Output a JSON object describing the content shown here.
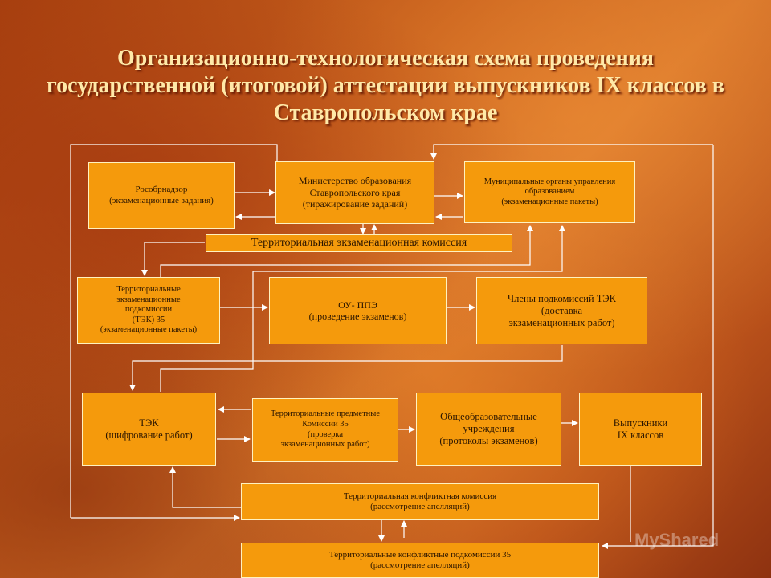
{
  "title": "Организационно-технологическая схема проведения государственной (итоговой) аттестации выпускников IX классов в Ставропольском крае",
  "nodes": {
    "rosobrnadzor": "Рособрнадзор\n(экзаменационные задания)",
    "ministry": "Министерство образования\nСтавропольского края\n(тиражирование заданий)",
    "municipal": "Муниципальные органы управления\nобразованием\n(экзаменационные пакеты)",
    "tek": "Территориальная экзаменационная комиссия",
    "subcommissions": "Территориальные\nэкзаменационные\nподкомиссии\n(ТЭК) 35\n(экзаменационные пакеты)",
    "ou_ppe": "ОУ- ППЭ\n(проведение экзаменов)",
    "members": "Члены подкомиссий ТЭК\n(доставка\nэкзаменационных работ)",
    "tek_encrypt": "ТЭК\n(шифрование работ)",
    "subject_commissions": "Территориальные предметные\nКомиссии  35\n(проверка\nэкзаменационных работ)",
    "schools": "Общеобразовательные\nучреждения\n(протоколы экзаменов)",
    "graduates": "Выпускники\nIX классов",
    "conflict": "Территориальная конфликтная   комиссия\n(рассмотрение апелляций)",
    "conflict_sub": "Территориальные конфликтные  подкомиссии 35\n(рассмотрение апелляций)"
  },
  "watermark": "MyShared",
  "colors": {
    "box_fill": "#f59a0c",
    "box_border": "#fff2c0",
    "connector": "#ffffff",
    "title": "#ffe9a8"
  }
}
